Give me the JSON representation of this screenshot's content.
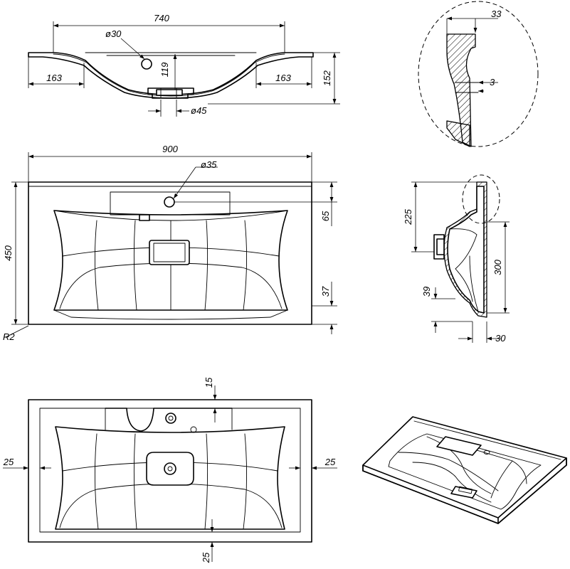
{
  "front_view": {
    "overall_width": "740",
    "tap_hole_diameter": "ø30",
    "basin_depth": "119",
    "side_flat_left": "163",
    "side_flat_right": "163",
    "total_height": "152",
    "drain_diameter": "ø45"
  },
  "detail_view": {
    "rim_width": "33",
    "wall_thickness": "3"
  },
  "top_view": {
    "overall_width": "900",
    "overall_depth": "450",
    "tap_hole_diameter": "ø35",
    "tap_offset": "65",
    "front_offset": "37",
    "corner_radius": "R2"
  },
  "side_section": {
    "back_height": "225",
    "bowl_depth": "300",
    "bottom_step": "39",
    "front_lip": "30"
  },
  "underside_view": {
    "back_margin": "15",
    "left_margin": "25",
    "right_margin": "25",
    "front_margin": "25"
  }
}
